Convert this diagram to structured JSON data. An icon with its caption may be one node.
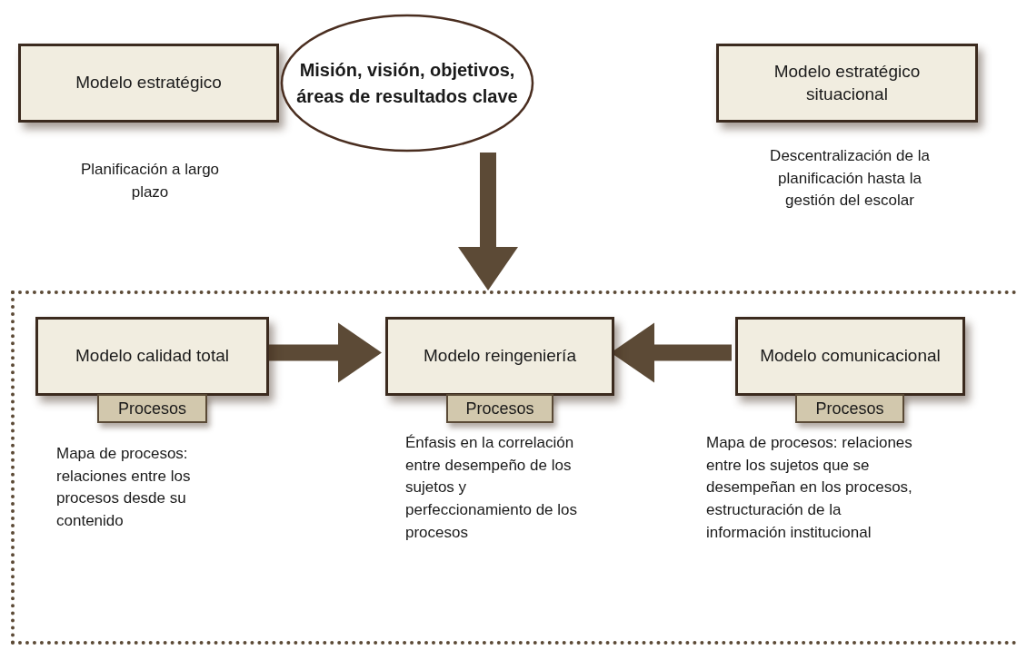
{
  "diagram": {
    "nodes": [
      {
        "text": [
          "Modelo estratégico"
        ],
        "beside": [
          "Planificación a largo plazo"
        ]
      },
      {
        "text": [
          "Misión, visión, objetivos, áreas de resultados clave"
        ]
      },
      {
        "text": [
          "Modelo estratégico situacional"
        ],
        "beside": [
          "Descentralización de la planificación hasta la gestión del escolar"
        ]
      },
      {
        "text": [],
        "shape": "box"
      },
      {
        "text": [
          "Modelo calidad total"
        ],
        "in": 3
      },
      {
        "text": [
          "Procesos"
        ],
        "in": 3,
        "beside": [
          "Mapa de procesos: relaciones entre los procesos desde su contenido"
        ]
      },
      {
        "text": [
          "Modelo reingeniería"
        ],
        "in": 3
      },
      {
        "text": [
          "Procesos"
        ],
        "in": 3,
        "beside": [
          "Énfasis en la correlación entre desempeño de los sujetos y perfeccionamiento de los procesos"
        ]
      },
      {
        "text": [
          "Modelo comunicacional"
        ],
        "in": 3
      },
      {
        "text": [
          "Procesos"
        ],
        "in": 3,
        "beside": [
          "Mapa de procesos: relaciones entre los sujetos que se desempeñan en los procesos, estructuración de la información institucional"
        ]
      }
    ],
    "edges": [
      {
        "from": 1,
        "to": 3,
        "arrow": "to"
      },
      {
        "from": 4,
        "to": 6,
        "arrow": "to"
      },
      {
        "from": 8,
        "to": 6,
        "arrow": "to"
      }
    ]
  }
}
